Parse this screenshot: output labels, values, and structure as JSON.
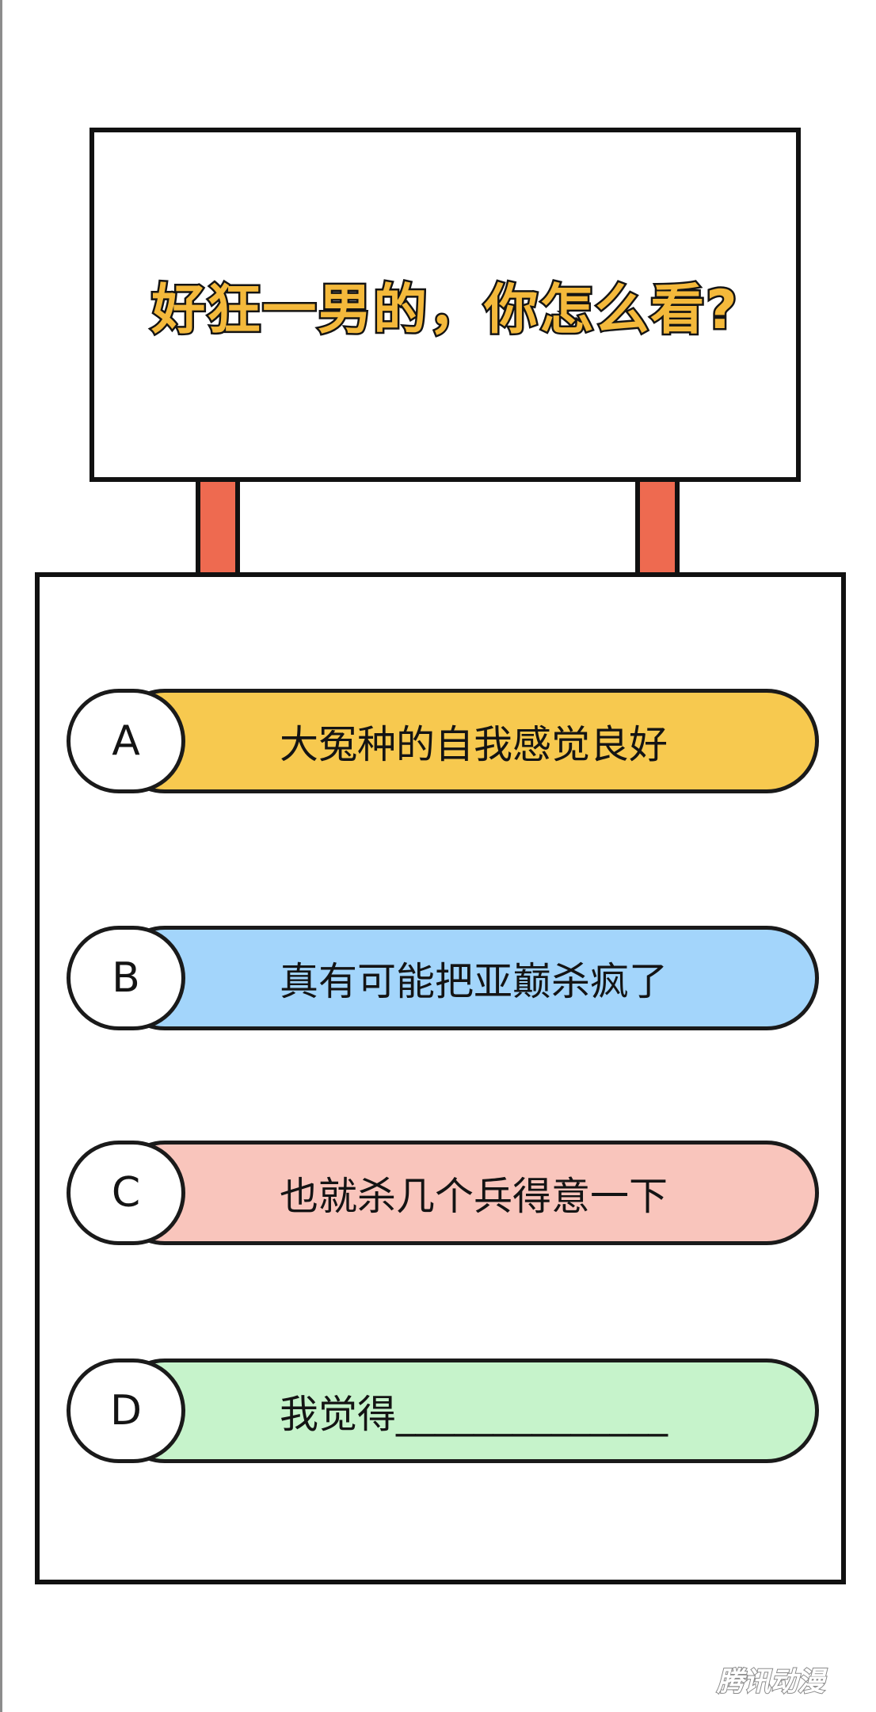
{
  "question": {
    "title": "好狂一男的，你怎么看?"
  },
  "options": [
    {
      "letter": "A",
      "text": "大冤种的自我感觉良好",
      "color": "#f7c94f"
    },
    {
      "letter": "B",
      "text": "真有可能把亚巅杀疯了",
      "color": "#a3d5fb"
    },
    {
      "letter": "C",
      "text": "也就杀几个兵得意一下",
      "color": "#f9c5bc"
    },
    {
      "letter": "D",
      "text": "我觉得______________",
      "color": "#c6f3cb"
    }
  ],
  "colors": {
    "title_fill": "#f4b93b",
    "sign_post": "#ee6a50",
    "outline": "#111111"
  },
  "watermark": "腾讯动漫"
}
